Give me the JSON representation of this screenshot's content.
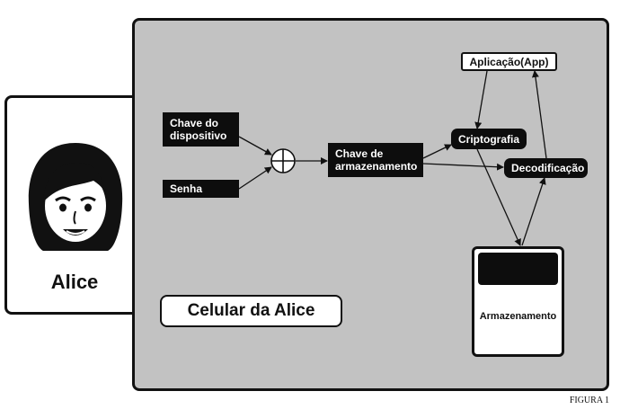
{
  "person": {
    "name": "Alice",
    "avatar_icon": "woman-face-icon"
  },
  "phone": {
    "label": "Celular da Alice",
    "background": "#c2c2c2"
  },
  "nodes": {
    "device_key": [
      "Chave do",
      "dispositivo"
    ],
    "password": "Senha",
    "storage_key": [
      "Chave de",
      "armazenamento"
    ],
    "encryption": "Criptografia",
    "decryption": "Decodificação",
    "application": "Aplicação(App)",
    "storage": "Armazenamento",
    "combine_icon": "circled-plus-icon"
  },
  "figure_label": "FIGURA 1"
}
